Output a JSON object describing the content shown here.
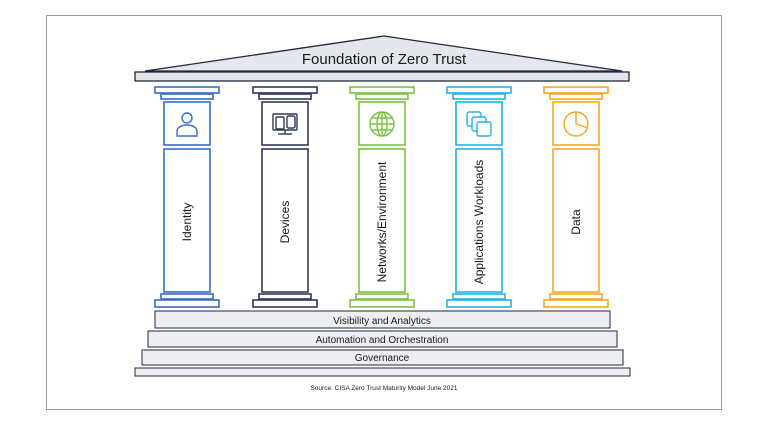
{
  "title": "Foundation of Zero Trust",
  "pillars": [
    {
      "label": "Identity",
      "color": "#3a6cc4",
      "icon": "person-icon"
    },
    {
      "label": "Devices",
      "color": "#2e3a59",
      "icon": "devices-icon"
    },
    {
      "label": "Networks/Environment",
      "color": "#7cc242",
      "icon": "globe-icon"
    },
    {
      "label": "Applications Workloads",
      "color": "#25b2e0",
      "icon": "stacked-windows-icon"
    },
    {
      "label": "Data",
      "color": "#f5a623",
      "icon": "pie-chart-icon"
    }
  ],
  "layers": [
    {
      "label": "Visibility and Analytics"
    },
    {
      "label": "Automation and Orchestration"
    },
    {
      "label": "Governance"
    }
  ],
  "source": "Source: CISA Zero Trust Maturity Model June 2021",
  "colors": {
    "roof": "#e3e6ec",
    "stroke": "#1f2a3d",
    "layer_fill": "#eceef2"
  }
}
